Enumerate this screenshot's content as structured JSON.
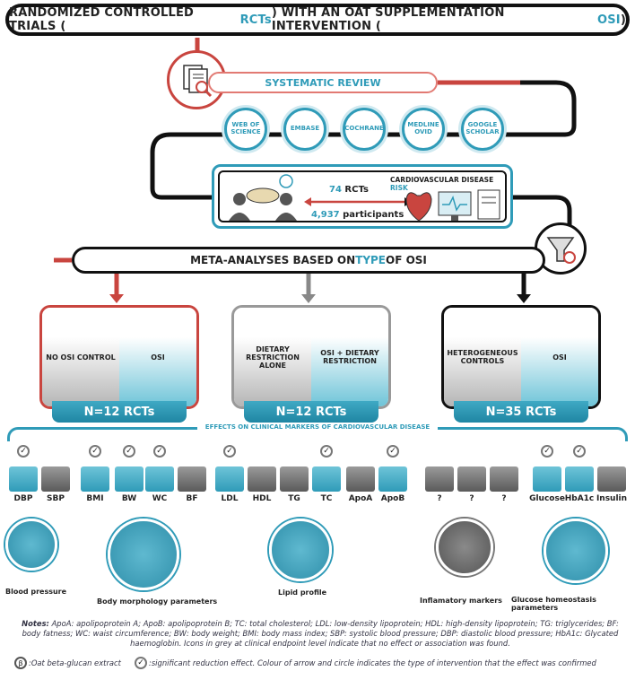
{
  "title": {
    "part1": "RANDOMIZED CONTROLLED TRIALS (",
    "rcts": "RCTs",
    "part2": ") WITH AN OAT SUPPLEMENTATION INTERVENTION (",
    "osi": "OSI",
    "part3": ")"
  },
  "systematic_review": "SYSTEMATIC REVIEW",
  "databases": [
    "WEB OF SCIENCE",
    "EMBASE",
    "COCHRANE",
    "MEDLINE OVID",
    "GOOGLE SCHOLAR"
  ],
  "summary": {
    "rct_count": "74",
    "rct_label": "RCTs",
    "participants_count": "4,937",
    "participants_label": "participants",
    "cvd_label": "CARDIOVASCULAR DISEASE",
    "risk_label": "RISK"
  },
  "meta": {
    "part1": "META-ANALYSES BASED ON ",
    "type": "TYPE",
    "part2": " OF OSI"
  },
  "panels": [
    {
      "left": "NO OSI CONTROL",
      "right": "OSI",
      "n": "N=12 RCTs"
    },
    {
      "left": "DIETARY RESTRICTION ALONE",
      "right": "OSI + DIETARY RESTRICTION",
      "n": "N=12 RCTs"
    },
    {
      "left": "HETEROGENEOUS CONTROLS",
      "right": "OSI",
      "n": "N=35 RCTs"
    }
  ],
  "effects_title": "EFFECTS ON CLINICAL MARKERS OF CARDIOVASCULAR DISEASE",
  "markers": [
    {
      "label": "DBP",
      "active": true
    },
    {
      "label": "SBP",
      "active": false
    },
    {
      "label": "BMI",
      "active": true
    },
    {
      "label": "BW",
      "active": true
    },
    {
      "label": "WC",
      "active": true
    },
    {
      "label": "BF",
      "active": false
    },
    {
      "label": "LDL",
      "active": true
    },
    {
      "label": "HDL",
      "active": false
    },
    {
      "label": "TG",
      "active": false
    },
    {
      "label": "TC",
      "active": true
    },
    {
      "label": "ApoA",
      "active": false
    },
    {
      "label": "ApoB",
      "active": true
    },
    {
      "label": "?",
      "active": false
    },
    {
      "label": "?",
      "active": false
    },
    {
      "label": "?",
      "active": false
    },
    {
      "label": "Glucose",
      "active": true
    },
    {
      "label": "HbA1c",
      "active": true
    },
    {
      "label": "Insulin",
      "active": false
    }
  ],
  "categories": [
    "Blood pressure",
    "Body morphology parameters",
    "Lipid profile",
    "Inflamatory markers",
    "Glucose homeostasis parameters"
  ],
  "notes": {
    "heading": "Notes:",
    "text": "ApoA: apolipoprotein A; ApoB: apolipoprotein B; TC: total cholesterol; LDL: low-density lipoprotein; HDL: high-density lipoprotein; TG: triglycerides; BF: body fatness; WC: waist circumference; BW: body weight; BMI: body mass index; SBP: systolic blood pressure; DBP: diastolic blood pressure; HbA1c: Glycated haemoglobin. Icons in grey at clinical endpoint level indicate that no effect or association was found."
  },
  "legend": {
    "beta_symbol": "β",
    "beta_text": ":Oat beta-glucan extract",
    "reduction_text": ":significant reduction effect. Colour of arrow and circle indicates the type of intervention that the effect was confirmed"
  },
  "colors": {
    "accent_blue": "#2f9bb8",
    "accent_red": "#c9453f",
    "dark": "#111111",
    "grey": "#777777"
  }
}
